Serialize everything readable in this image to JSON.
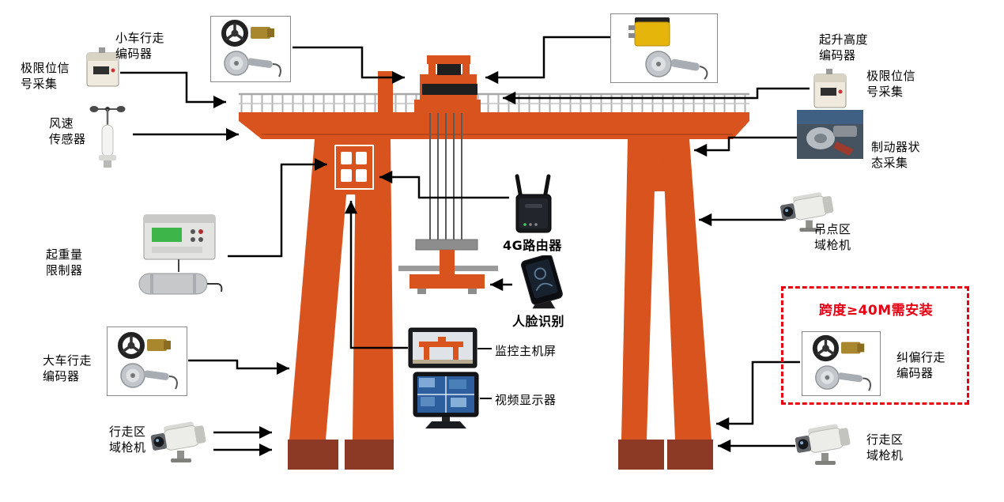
{
  "colors": {
    "crane": "#d9531e",
    "crane_dark": "#8c3a26",
    "warning_red": "#e60012",
    "line": "#000000"
  },
  "labels": {
    "trolley_encoder": "小车行走\n编码器",
    "limit_signal_left": "极限位信\n号采集",
    "wind_sensor": "风速\n传感器",
    "load_limiter": "起重量\n限制器",
    "gantry_encoder": "大车行走\n编码器",
    "travel_camera_left": "行走区\n域枪机",
    "hoist_height_encoder": "起升高度\n编码器",
    "limit_signal_right": "极限位信\n号采集",
    "brake_status": "制动器状\n态采集",
    "hook_area_camera": "吊点区\n域枪机",
    "span_note": "跨度≥40M需安装",
    "deviation_encoder": "纠偏行走\n编码器",
    "travel_camera_right": "行走区\n域枪机",
    "router_4g": "4G路由器",
    "face_recognition": "人脸识别",
    "monitor_host": "监控主机屏",
    "video_display": "视频显示器"
  }
}
